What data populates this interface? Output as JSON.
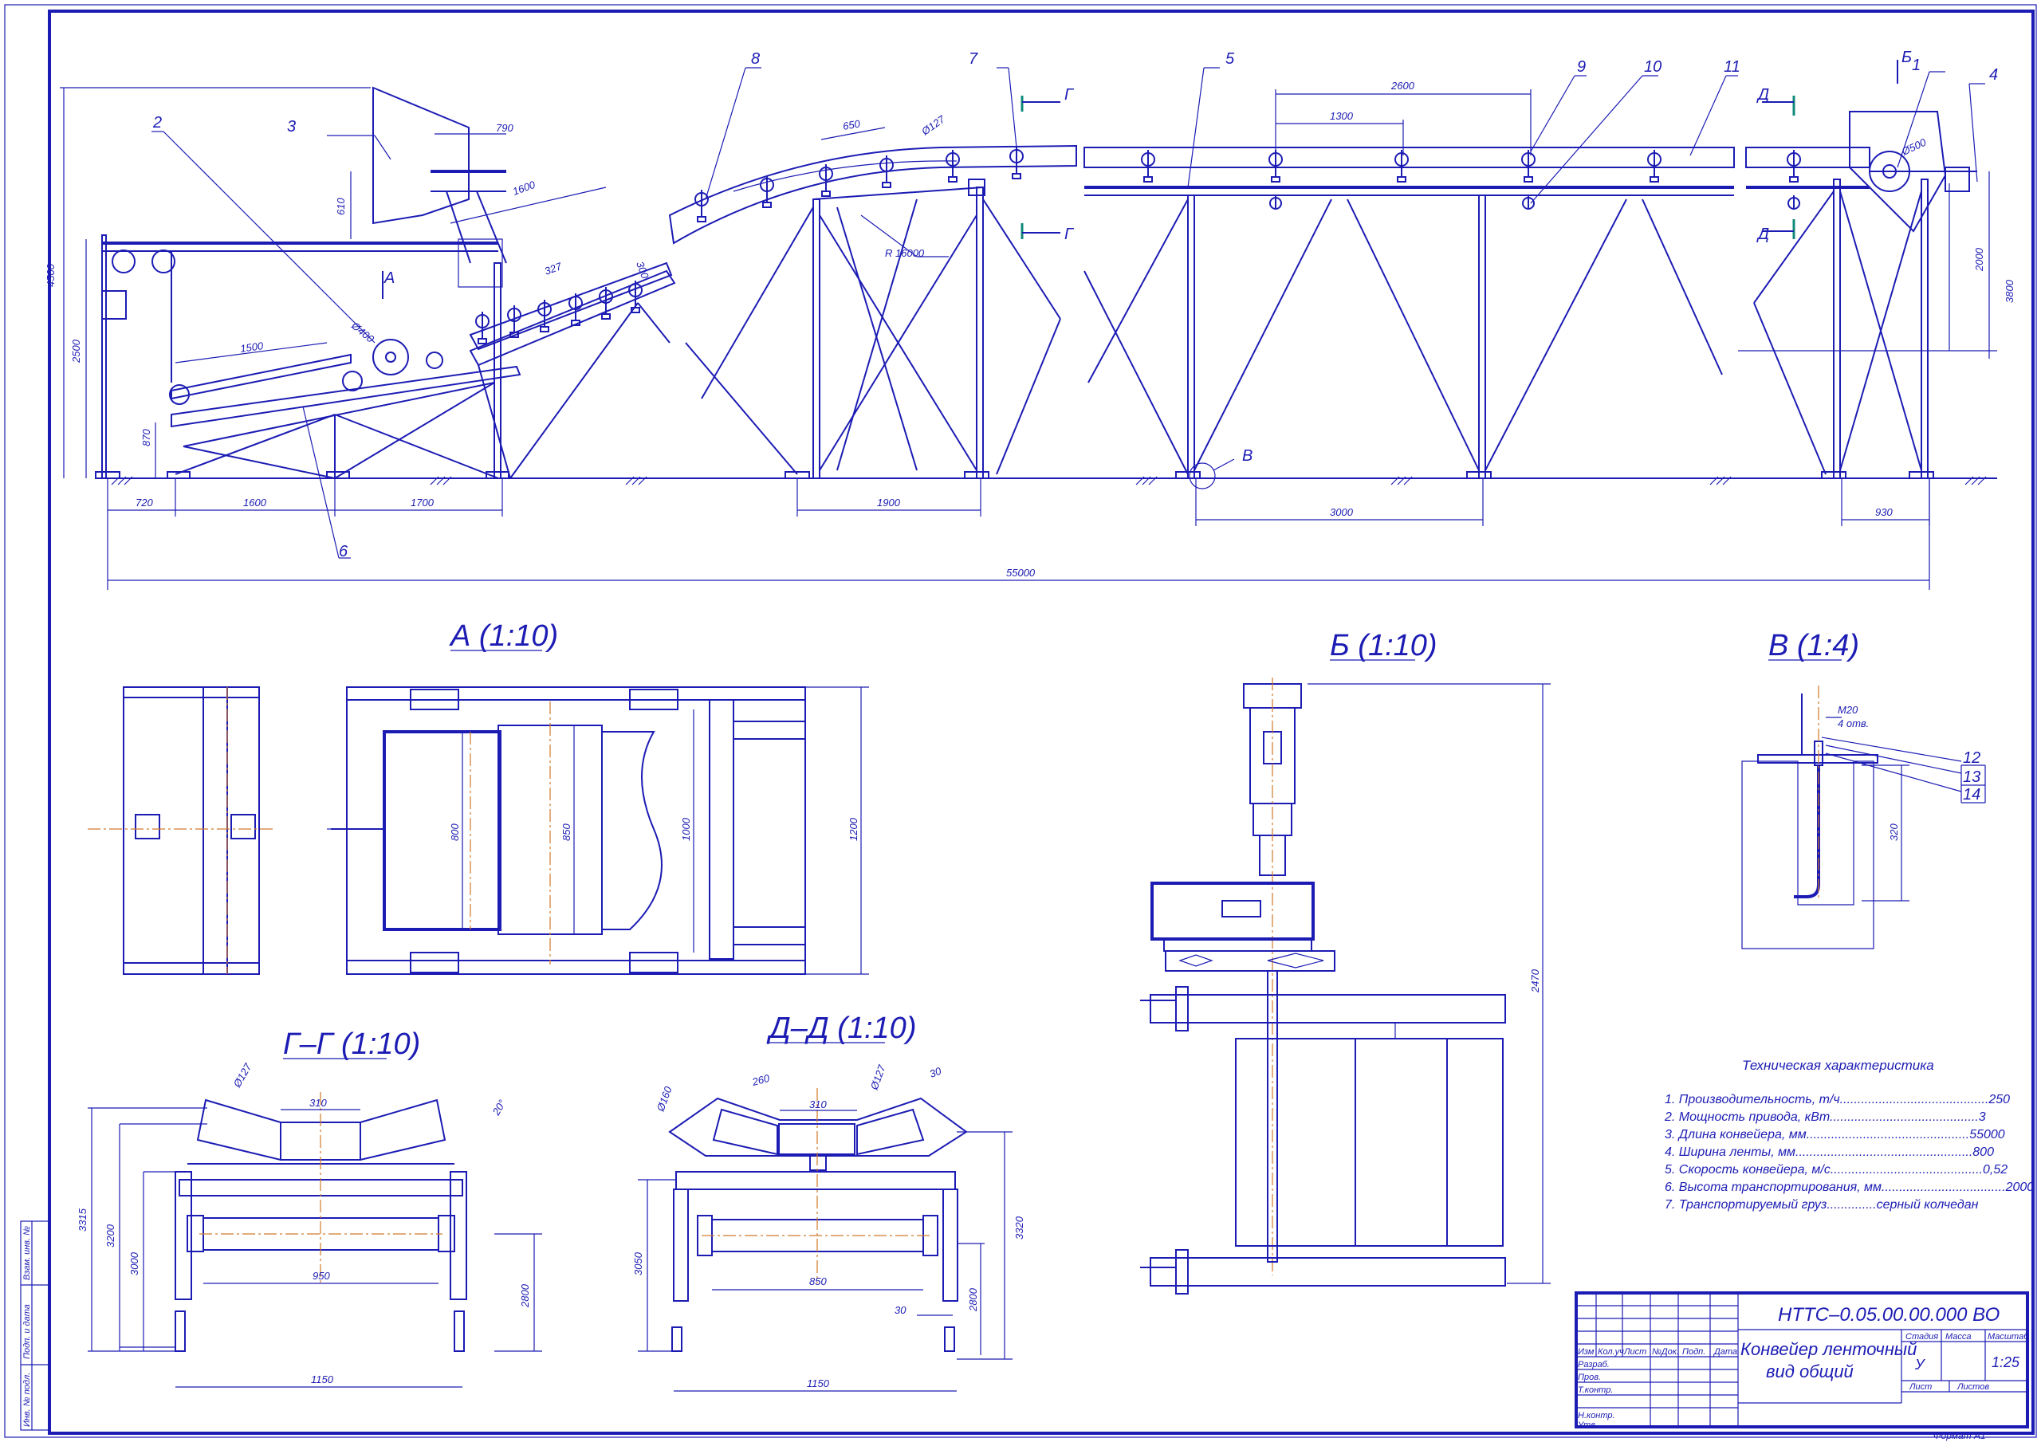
{
  "colors": {
    "line": "#1c1cb4",
    "axis": "#d07a2a",
    "marker": "#0f8a7a"
  },
  "main_view": {
    "callouts": [
      "1",
      "2",
      "3",
      "4",
      "5",
      "6",
      "7",
      "8",
      "9",
      "10",
      "11"
    ],
    "section_marks": {
      "a": "А",
      "b": "Б",
      "v": "В",
      "g": "Г",
      "d": "Д"
    },
    "dims": {
      "d790": "790",
      "d610": "610",
      "d1600top": "1600",
      "d300": "300",
      "d327": "327",
      "d400": "Ø400",
      "d1500": "1500",
      "d2500": "2500",
      "d4500": "4500",
      "d870": "870",
      "d720": "720",
      "d1600": "1600",
      "d1700": "1700",
      "d650": "650",
      "d127": "Ø127",
      "r16000": "R 16000",
      "d1900": "1900",
      "d2600": "2600",
      "d1300": "1300",
      "d3000": "3000",
      "d500": "Ø500",
      "d2000": "2000",
      "d3800": "3800",
      "d930": "930",
      "d55000": "55000"
    }
  },
  "view_a": {
    "title": "А (1:10)",
    "dims": {
      "d800": "800",
      "d850": "850",
      "d1000": "1000",
      "d1200": "1200"
    }
  },
  "view_b": {
    "title": "Б (1:10)",
    "dims": {
      "d2470": "2470"
    }
  },
  "view_v": {
    "title": "В (1:4)",
    "dims": {
      "m20": "М20",
      "holes": "4 отв.",
      "d320": "320"
    },
    "callouts": [
      "12",
      "13",
      "14"
    ]
  },
  "view_g": {
    "title": "Г–Г (1:10)",
    "dims": {
      "d127": "Ø127",
      "d310": "310",
      "a20": "20°",
      "d3315": "3315",
      "d3200": "3200",
      "d3000": "3000",
      "d950": "950",
      "d2800": "2800",
      "d1150": "1150"
    }
  },
  "view_d": {
    "title": "Д–Д (1:10)",
    "dims": {
      "d160": "Ø160",
      "d260": "260",
      "d310": "310",
      "d127": "Ø127",
      "d30a": "30",
      "d3050": "3050",
      "d3320": "3320",
      "d850": "850",
      "d30b": "30",
      "d2800": "2800",
      "d1150": "1150"
    }
  },
  "specs": {
    "title": "Техническая характеристика",
    "items": [
      "1. Производительность, т/ч..........................................250",
      "2. Мощность привода, кВт..........................................3",
      "3. Длина конвейера, мм..............................................55000",
      "4. Ширина ленты, мм..................................................800",
      "5. Скорость конвейера, м/с...........................................0,52",
      "6. Высота транспортирования, мм...................................2000",
      "7. Транспортируемый груз..............серный колчедан"
    ]
  },
  "title_block": {
    "designation": "НТТС–0.05.00.00.000 ВО",
    "name_line1": "Конвейер ленточный",
    "name_line2": "вид общий",
    "stage_label": "Стадия",
    "mass_label": "Масса",
    "scale_label": "Масштаб",
    "stage": "У",
    "scale": "1:25",
    "sheet_label": "Лист",
    "sheets_label": "Листов",
    "columns": [
      "Изм",
      "Кол.уч",
      "Лист",
      "№Док.",
      "Подп.",
      "Дата"
    ],
    "roles": [
      "Разраб.",
      "Пров.",
      "Т.контр.",
      "Н.контр.",
      "Утв."
    ],
    "format": "Формат  А1"
  },
  "side_stamp": [
    "Инв. № подл.",
    "Подп. и дата",
    "Взам. инв. №"
  ]
}
